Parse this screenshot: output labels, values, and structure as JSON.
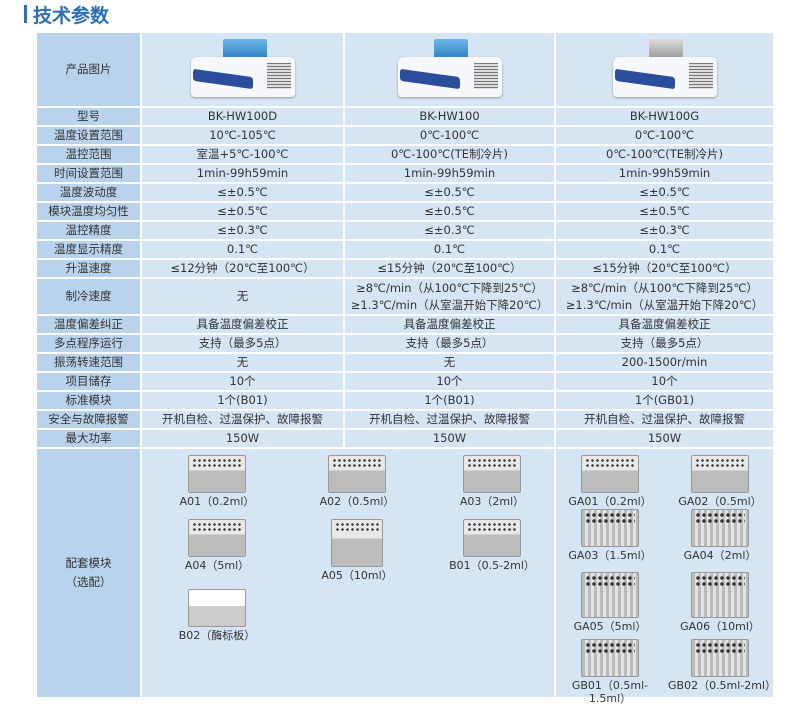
{
  "title": "技术参数",
  "header_label": "产品图片",
  "models": [
    "BK-HW100D",
    "BK-HW100",
    "BK-HW100G"
  ],
  "rows": [
    {
      "label": "型号",
      "values": [
        "BK-HW100D",
        "BK-HW100",
        "BK-HW100G"
      ]
    },
    {
      "label": "温度设置范围",
      "values": [
        "10℃-105℃",
        "0℃-100℃",
        "0℃-100℃"
      ]
    },
    {
      "label": "温控范围",
      "values": [
        "室温+5℃-100℃",
        "0℃-100℃(TE制冷片)",
        "0℃-100℃(TE制冷片)"
      ]
    },
    {
      "label": "时间设置范围",
      "values": [
        "1min-99h59min",
        "1min-99h59min",
        "1min-99h59min"
      ]
    },
    {
      "label": "温度波动度",
      "values": [
        "≤±0.5℃",
        "≤±0.5℃",
        "≤±0.5℃"
      ]
    },
    {
      "label": "模块温度均匀性",
      "values": [
        "≤±0.5℃",
        "≤±0.5℃",
        "≤±0.5℃"
      ]
    },
    {
      "label": "温控精度",
      "values": [
        "≤±0.3℃",
        "≤±0.3℃",
        "≤±0.3℃"
      ]
    },
    {
      "label": "温度显示精度",
      "values": [
        "0.1℃",
        "0.1℃",
        "0.1℃"
      ]
    },
    {
      "label": "升温速度",
      "values": [
        "≤12分钟（20℃至100℃）",
        "≤15分钟（20℃至100℃）",
        "≤15分钟（20℃至100℃）"
      ]
    }
  ],
  "cooling": {
    "label": "制冷速度",
    "values": [
      [
        "无"
      ],
      [
        "≥8℃/min（从100℃下降到25℃）",
        "≥1.3℃/min（从室温开始下降20℃）"
      ],
      [
        "≥8℃/min（从100℃下降到25℃）",
        "≥1.3℃/min（从室温开始下降20℃）"
      ]
    ]
  },
  "rows2": [
    {
      "label": "温度偏差纠正",
      "values": [
        "具备温度偏差校正",
        "具备温度偏差校正",
        "具备温度偏差校正"
      ]
    },
    {
      "label": "多点程序运行",
      "values": [
        "支持（最多5点）",
        "支持（最多5点）",
        "支持（最多5点）"
      ]
    },
    {
      "label": "振荡转速范围",
      "values": [
        "无",
        "无",
        "200-1500r/min"
      ]
    },
    {
      "label": "项目储存",
      "values": [
        "10个",
        "10个",
        "10个"
      ]
    },
    {
      "label": "标准模块",
      "values": [
        "1个(B01)",
        "1个(B01)",
        "1个(GB01)"
      ]
    },
    {
      "label": "安全与故障报警",
      "values": [
        "开机自检、过温保护、故障报警",
        "开机自检、过温保护、故障报警",
        "开机自检、过温保护、故障报警"
      ]
    },
    {
      "label": "最大功率",
      "values": [
        "150W",
        "150W",
        "150W"
      ]
    }
  ],
  "modules_label": [
    "配套模块",
    "（选配）"
  ],
  "modules_a": [
    "A01（0.2ml）",
    "A02（0.5ml）",
    "A03（2ml）",
    "A04（5ml）",
    "A05（10ml）",
    "B01（0.5-2ml）",
    "B02（酶标板）"
  ],
  "modules_g": [
    "GA01（0.2ml）",
    "GA02（0.5ml）",
    "GA03（1.5ml）",
    "GA04（2ml）",
    "GA05（5ml）",
    "GA06（10ml）",
    "GB01（0.5ml-1.5ml）",
    "GB02（0.5ml-2ml）"
  ]
}
